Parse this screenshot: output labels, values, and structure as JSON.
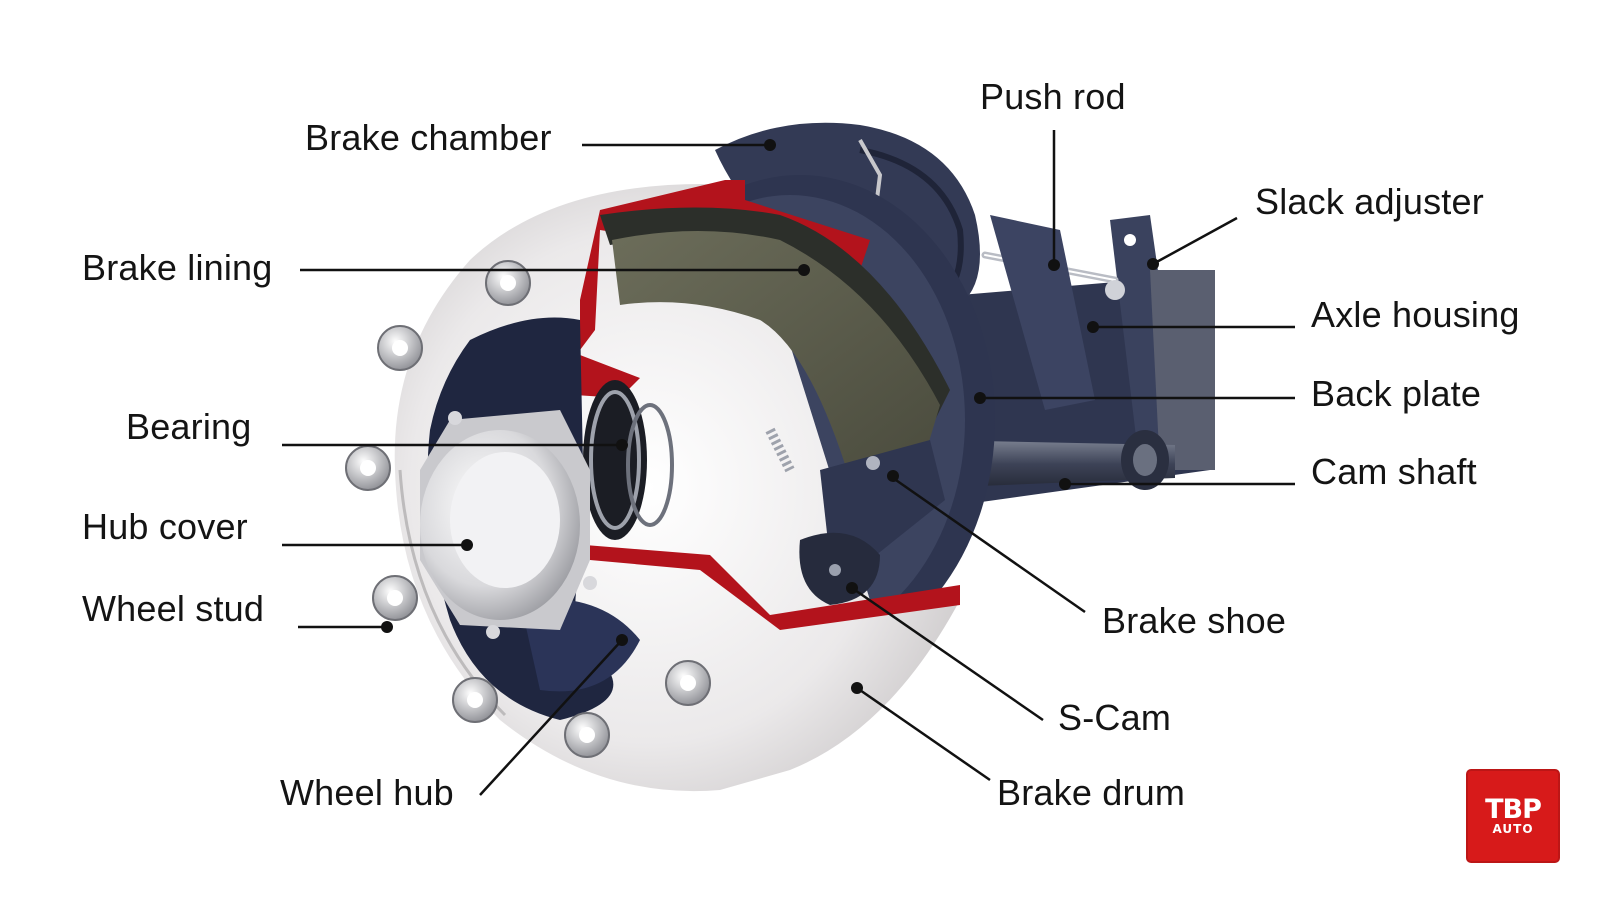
{
  "labels": {
    "brake_chamber": "Brake chamber",
    "brake_lining": "Brake lining",
    "bearing": "Bearing",
    "hub_cover": "Hub cover",
    "wheel_stud": "Wheel stud",
    "wheel_hub": "Wheel hub",
    "push_rod": "Push rod",
    "slack_adjuster": "Slack adjuster",
    "axle_housing": "Axle housing",
    "back_plate": "Back plate",
    "cam_shaft": "Cam shaft",
    "brake_shoe": "Brake shoe",
    "s_cam": "S-Cam",
    "brake_drum": "Brake drum"
  },
  "logo": {
    "text": "TBP",
    "subtext": "AUTO",
    "color": "#d71a1a"
  },
  "colors": {
    "drum": "#e7e5e6",
    "cutaway": "#b3131c",
    "housing": "#343c58",
    "lining": "#5c5d4b",
    "leader": "#111111"
  }
}
